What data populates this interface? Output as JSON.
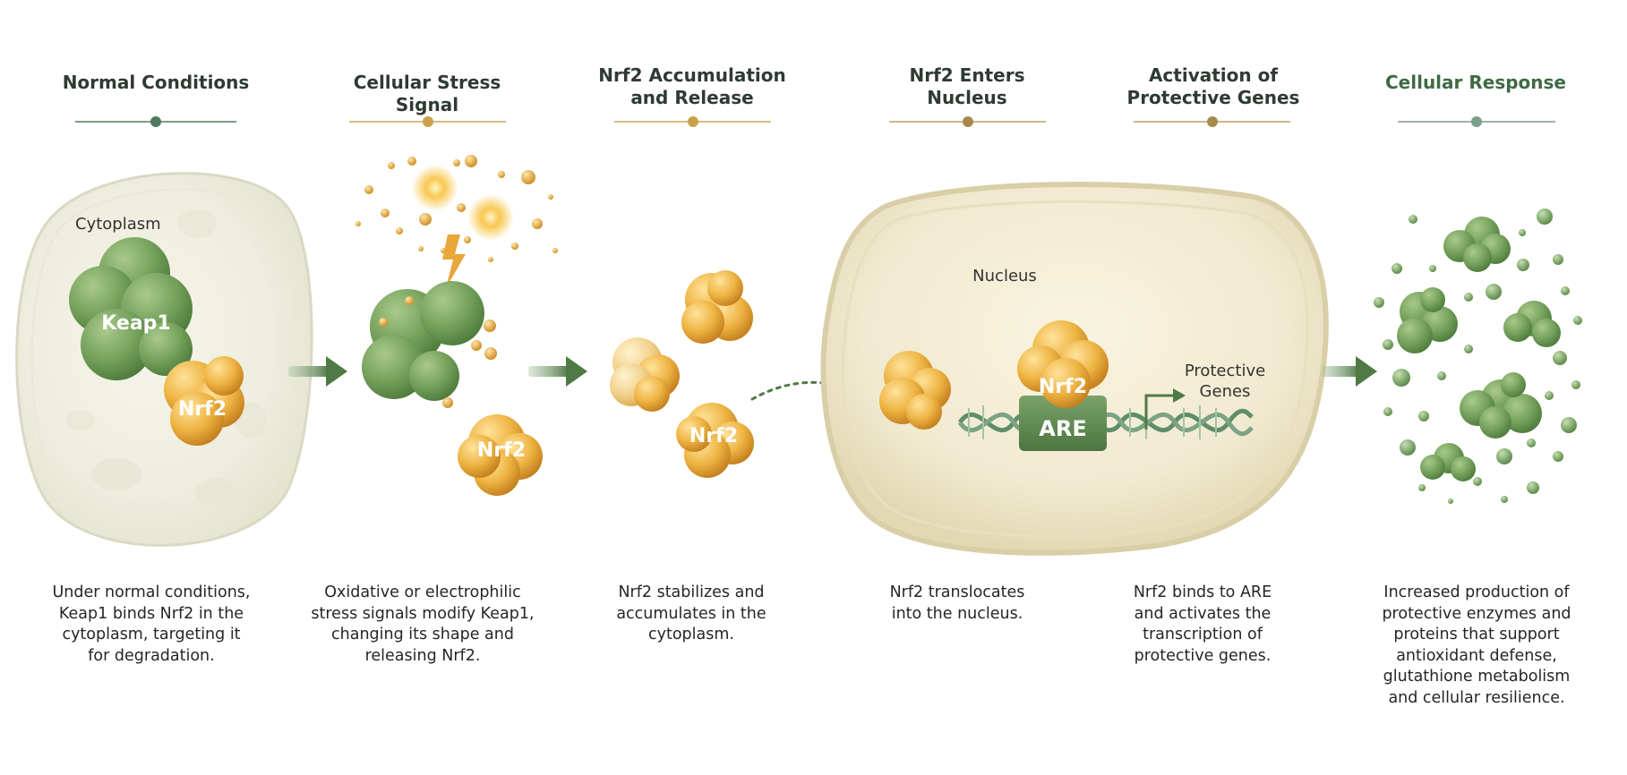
{
  "colors": {
    "green_dark": "#4f7a45",
    "green_mid": "#7ba364",
    "gold": "#d9952a",
    "gold_light": "#f2c458",
    "teal_accent": "#4e7a5c",
    "gold_accent": "#c9a14a"
  },
  "steps": [
    {
      "title": [
        "Normal Conditions"
      ],
      "description": [
        "Under normal conditions,",
        "Keap1 binds Nrf2 in the",
        "cytoplasm, targeting it",
        "for degradation."
      ],
      "accent": "green"
    },
    {
      "title": [
        "Cellular Stress Signal"
      ],
      "description": [
        "Oxidative or electrophilic",
        "stress signals modify Keap1,",
        "changing its shape and",
        "releasing Nrf2."
      ],
      "accent": "gold"
    },
    {
      "title": [
        "Nrf2 Accumulation",
        "and Release"
      ],
      "description": [
        "Nrf2 stabilizes and",
        "accumulates in the",
        "cytoplasm."
      ],
      "accent": "gold"
    },
    {
      "title": [
        "Nrf2 Enters",
        "Nucleus"
      ],
      "description": [
        "Nrf2 translocates",
        "into the nucleus."
      ],
      "accent": "gold"
    },
    {
      "title": [
        "Activation of",
        "Protective Genes"
      ],
      "description": [
        "Nrf2 binds to ARE",
        "and activates the",
        "transcription of",
        "protective genes."
      ],
      "accent": "gold"
    },
    {
      "title": [
        "Cellular Response"
      ],
      "description": [
        "Increased production of",
        "protective enzymes and",
        "proteins that support",
        "antioxidant defense,",
        "glutathione metabolism",
        "and cellular resilience."
      ],
      "accent": "green"
    }
  ],
  "labels": {
    "cytoplasm": "Cytoplasm",
    "nucleus": "Nucleus",
    "keap1": "Keap1",
    "nrf2": "Nrf2",
    "are": "ARE",
    "protective_genes": [
      "Protective",
      "Genes"
    ]
  },
  "icons": {
    "arrow": "right-arrow-icon",
    "dashed_arrow": "dashed-curved-arrow-icon",
    "lightning": "lightning-bolt-icon",
    "transcription_arrow": "transcription-arrow-icon"
  }
}
